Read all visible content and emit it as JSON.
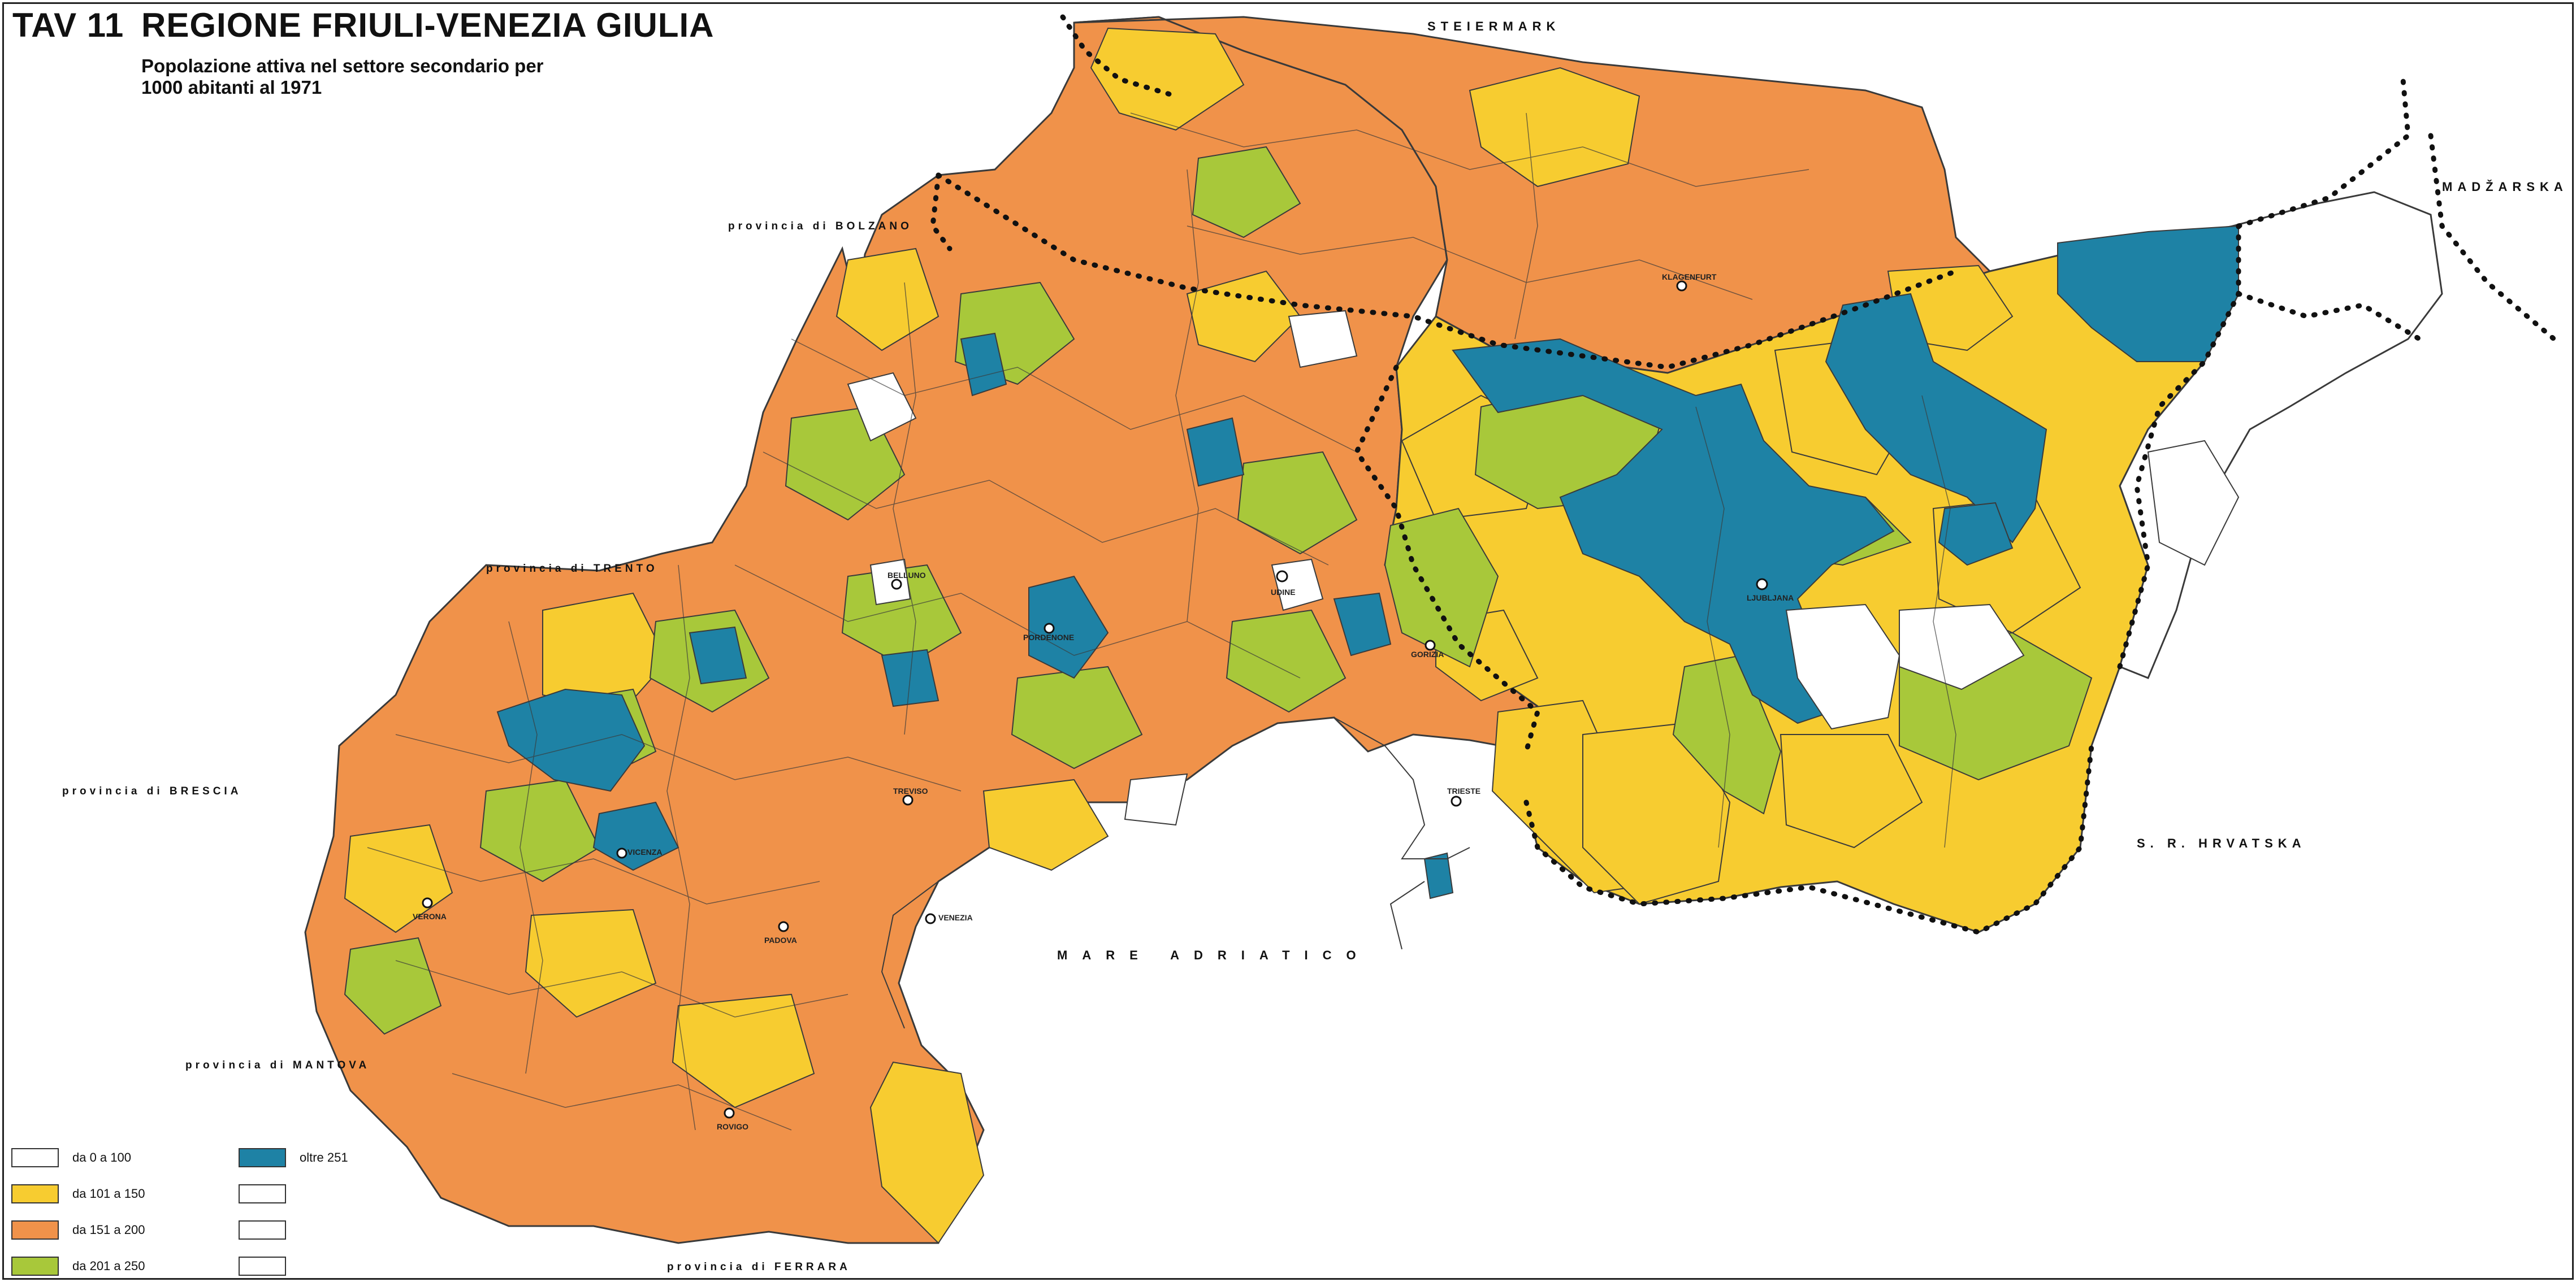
{
  "header": {
    "tav": "TAV 11",
    "title": "REGIONE FRIULI-VENEZIA GIULIA",
    "subtitle_line1": "Popolazione attiva nel settore secondario per",
    "subtitle_line2": "1000 abitanti al 1971"
  },
  "colors": {
    "class_0_100": "#ffffff",
    "class_101_150": "#f7cc30",
    "class_151_200": "#f0924a",
    "class_201_250": "#a8c83a",
    "class_over_251": "#1e82a5",
    "border": "#3a3a3a",
    "sea": "#ffffff"
  },
  "places": {
    "steiermark": "STEIERMARK",
    "bolzano": "provincia di BOLZANO",
    "madzarska": "MADŽARSKA",
    "trento": "provincia di TRENTO",
    "brescia": "provincia di BRESCIA",
    "hrvatska": "S. R. HRVATSKA",
    "mare_adriatico": "MARE ADRIATICO",
    "mantova": "provincia di MANTOVA",
    "ferrara": "provincia di FERRARA"
  },
  "cities": {
    "klagenfurt": "KLAGENFURT",
    "ljubljana": "LJUBLJANA",
    "belluno": "BELLUNO",
    "udine": "UDINE",
    "pordenone": "PORDENONE",
    "gorizia": "GORIZIA",
    "trieste": "TRIESTE",
    "treviso": "TREVISO",
    "vicenza": "VICENZA",
    "verona": "VERONA",
    "padova": "PADOVA",
    "venezia": "VENEZIA",
    "rovigo": "ROVIGO"
  },
  "legend": [
    {
      "label": "da 0 a 100",
      "color": "#ffffff"
    },
    {
      "label": "da 101 a 150",
      "color": "#f7cc30"
    },
    {
      "label": "da 151 a 200",
      "color": "#f0924a"
    },
    {
      "label": "da 201 a 250",
      "color": "#a8c83a"
    },
    {
      "label": "oltre 251",
      "color": "#1e82a5"
    }
  ]
}
